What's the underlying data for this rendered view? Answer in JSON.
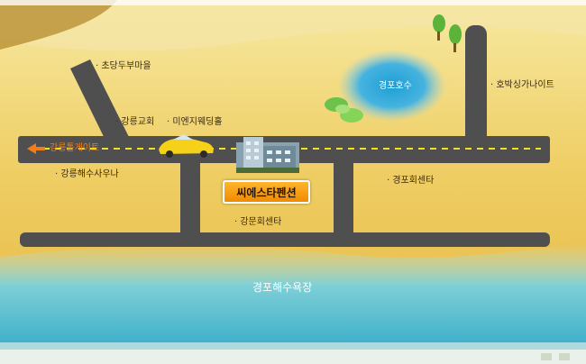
{
  "map": {
    "places": {
      "chodang": "초당두부마을",
      "gangneung_church": "강릉교회",
      "mienji": "미엔지웨딩홀",
      "gate": "강릉톨게이트",
      "sauna": "강릉해수사우나",
      "lake": "경포호수",
      "hobak": "호박싱가나이트",
      "gyeongpo_center": "경포회센타",
      "gangmun_center": "강문회센타",
      "pension": "씨에스타펜션",
      "beach": "경포해수욕장"
    },
    "colors": {
      "road": "#4f4f4f",
      "center_line": "#f2e21d",
      "lake": "#37a9d8",
      "sand": "#f0c54a",
      "sign": "#f59a10"
    }
  }
}
